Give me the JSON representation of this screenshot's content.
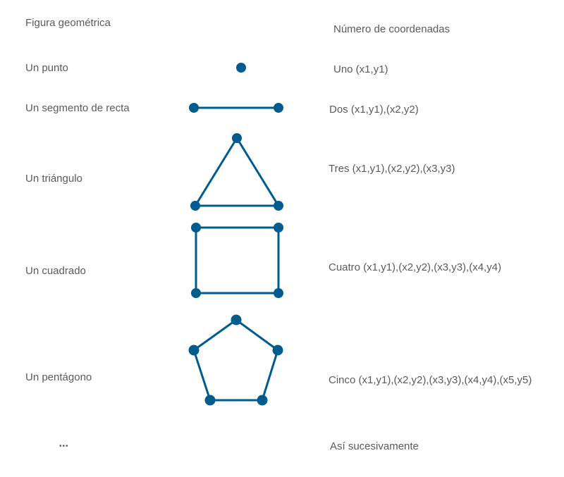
{
  "header": {
    "figure_label": "Figura geométrica",
    "coords_label": "Número de coordenadas"
  },
  "rows": [
    {
      "name": "Un punto",
      "coords": "Uno (x1,y1)",
      "shape": "point"
    },
    {
      "name": "Un segmento de recta",
      "coords": "Dos (x1,y1),(x2,y2)",
      "shape": "segment"
    },
    {
      "name": "Un triángulo",
      "coords": "Tres (x1,y1),(x2,y2),(x3,y3)",
      "shape": "triangle"
    },
    {
      "name": "Un cuadrado",
      "coords": "Cuatro (x1,y1),(x2,y2),(x3,y3),(x4,y4)",
      "shape": "square"
    },
    {
      "name": "Un pentágono",
      "coords": "Cinco (x1,y1),(x2,y2),(x3,y3),(x4,y4),(x5,y5)",
      "shape": "pentagon"
    }
  ],
  "footer": {
    "ellipsis": "•••",
    "coords": "Así sucesivamente"
  },
  "colors": {
    "shape": "#005b8e",
    "text": "#5a5a5c"
  }
}
